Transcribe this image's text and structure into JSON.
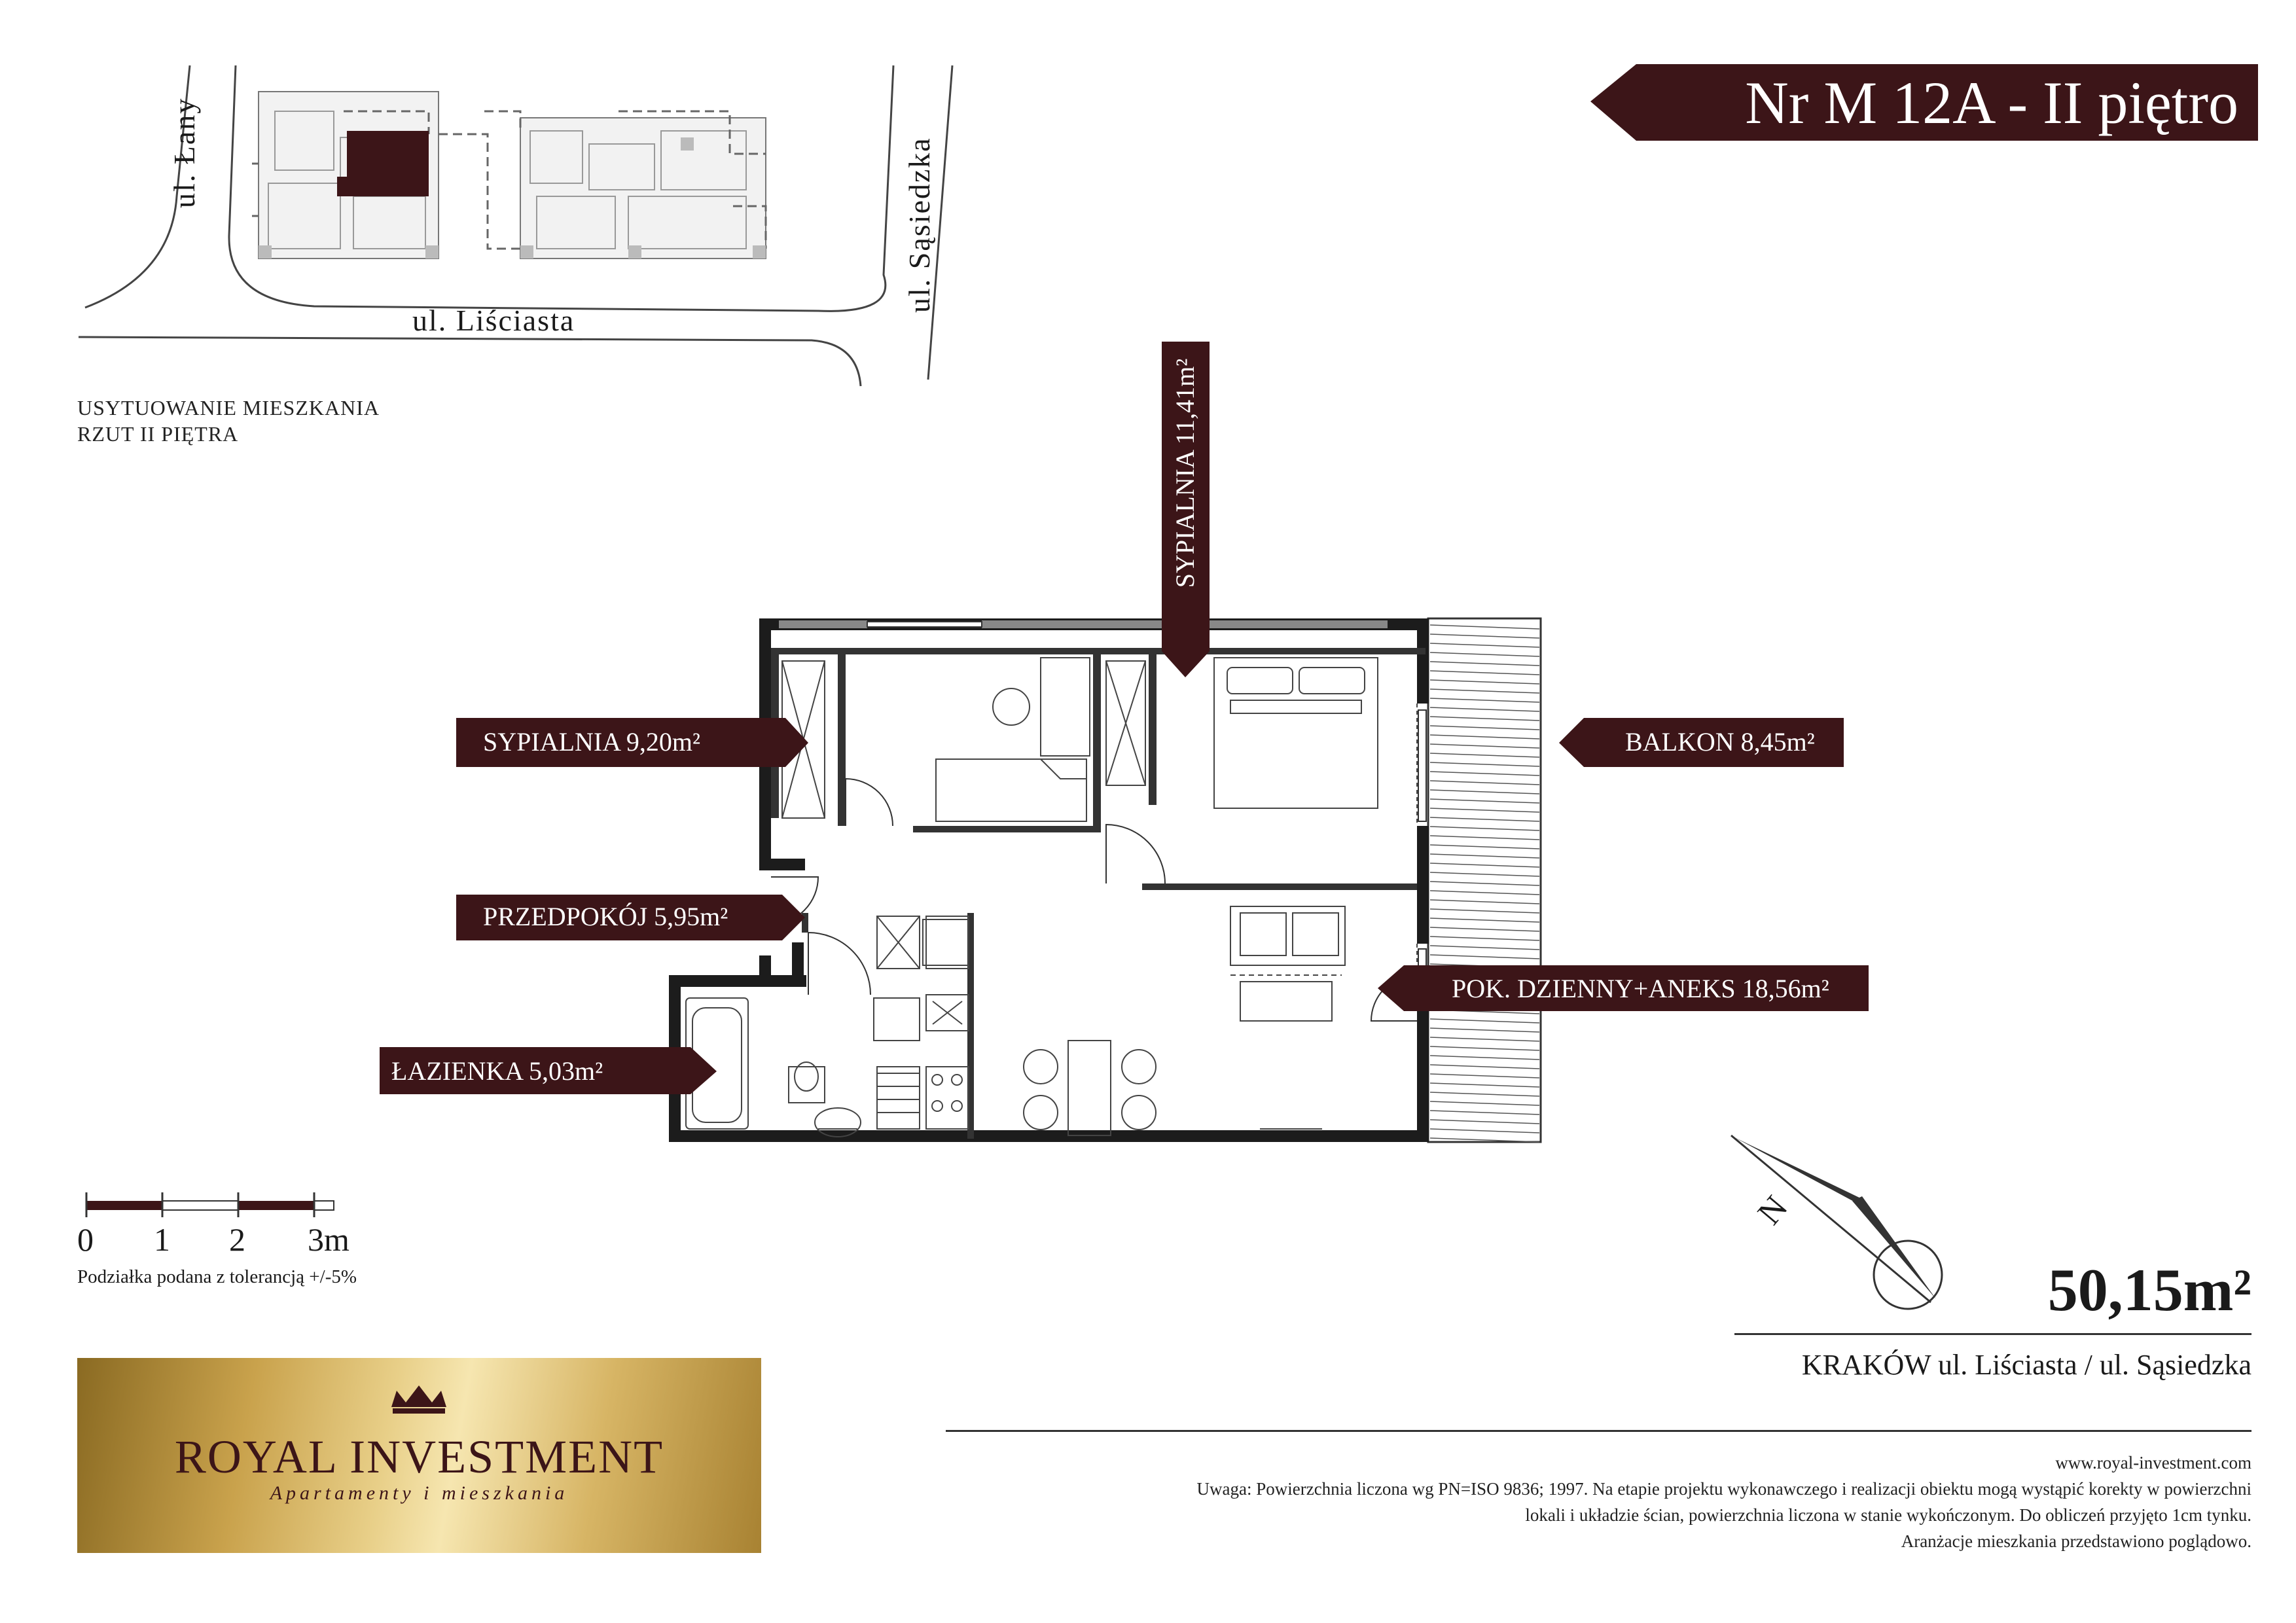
{
  "header": {
    "unit_title": "Nr M 12A - II piętro"
  },
  "site_plan": {
    "street_left": "ul. Łany",
    "street_bottom": "ul. Liściasta",
    "street_right": "ul. Sąsiedzka",
    "caption_line1": "USYTUOWANIE MIESZKANIA",
    "caption_line2": "RZUT II PIĘTRA"
  },
  "rooms": {
    "bedroom2": "SYPIALNIA 11,41m²",
    "bedroom1": "SYPIALNIA 9,20m²",
    "balcony": "BALKON 8,45m²",
    "hall": "PRZEDPOKÓJ 5,95m²",
    "living": "POK. DZIENNY+ANEKS 18,56m²",
    "bathroom": "ŁAZIENKA 5,03m²"
  },
  "scale": {
    "labels": [
      "0",
      "1",
      "2",
      "3m"
    ],
    "tolerance": "Podziałka podana z tolerancją +/-5%"
  },
  "compass": {
    "north": "N"
  },
  "summary": {
    "total_area": "50,15m²",
    "location": "KRAKÓW ul. Liściasta / ul. Sąsiedzka"
  },
  "logo": {
    "name": "ROYAL INVESTMENT",
    "tagline": "Apartamenty i mieszkania"
  },
  "footer": {
    "website": "www.royal-investment.com",
    "note_line1": "Uwaga: Powierzchnia liczona wg PN=ISO 9836; 1997. Na etapie projektu wykonawczego i realizacji obiektu mogą wystąpić korekty w powierzchni",
    "note_line2": "lokali i układzie ścian, powierzchnia liczona w stanie wykończonym. Do obliczeń przyjęto 1cm tynku.",
    "note_line3": "Aranżacje mieszkania przedstawiono poglądowo."
  },
  "colors": {
    "accent": "#3c1518",
    "gold": "#d7b565"
  }
}
